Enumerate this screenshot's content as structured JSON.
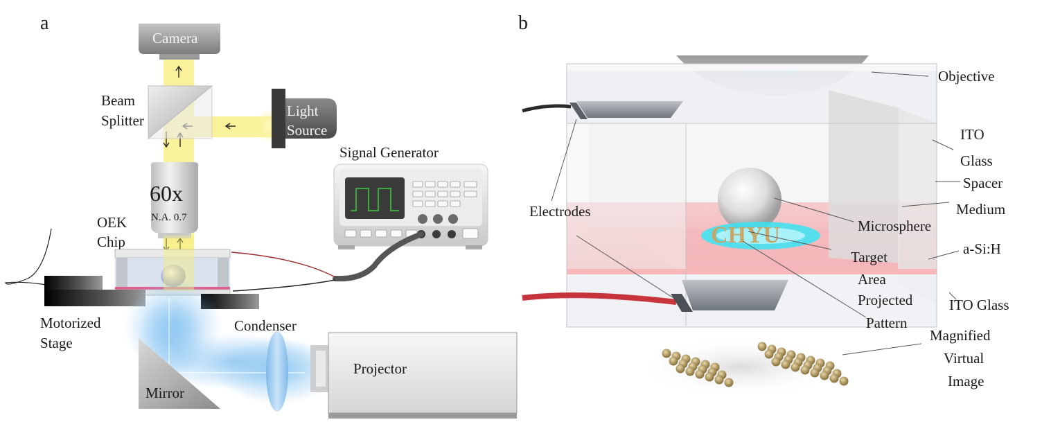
{
  "panels": {
    "a": {
      "letter": "a",
      "labels": {
        "camera": "Camera",
        "beam_splitter_1": "Beam",
        "beam_splitter_2": "Splitter",
        "light_source_1": "Light",
        "light_source_2": "Source",
        "signal_generator": "Signal Generator",
        "objective_mag": "60x",
        "objective_na": "N.A. 0.7",
        "oek_chip_1": "OEK",
        "oek_chip_2": "Chip",
        "motorized_stage_1": "Motorized",
        "motorized_stage_2": "Stage",
        "condenser": "Condenser",
        "projector": "Projector",
        "mirror": "Mirror"
      }
    },
    "b": {
      "letter": "b",
      "labels": {
        "objective": "Objective",
        "ito_glass_top_1": "ITO",
        "ito_glass_top_2": "Glass",
        "spacer": "Spacer",
        "medium": "Medium",
        "electrodes": "Electrodes",
        "microsphere": "Microsphere",
        "a_si_h": "a-Si:H",
        "target_area_1": "Target",
        "target_area_2": "Area",
        "projected_pattern_1": "Projected",
        "projected_pattern_2": "Pattern",
        "ito_glass_bottom": "ITO Glass",
        "magnified_1": "Magnified",
        "magnified_2": "Virtual",
        "magnified_3": "Image",
        "pattern_text": "CHYU"
      }
    }
  },
  "colors": {
    "light_beam": "#f7ee7a",
    "projector_light": "#8fc8f2",
    "asih_layer": "#f2a9ad",
    "cyan_glow": "#38e4f4",
    "gold_pattern": "#c8a86a",
    "wire_red": "#c8343c",
    "oscilloscope_trace": "#3fc83f"
  }
}
